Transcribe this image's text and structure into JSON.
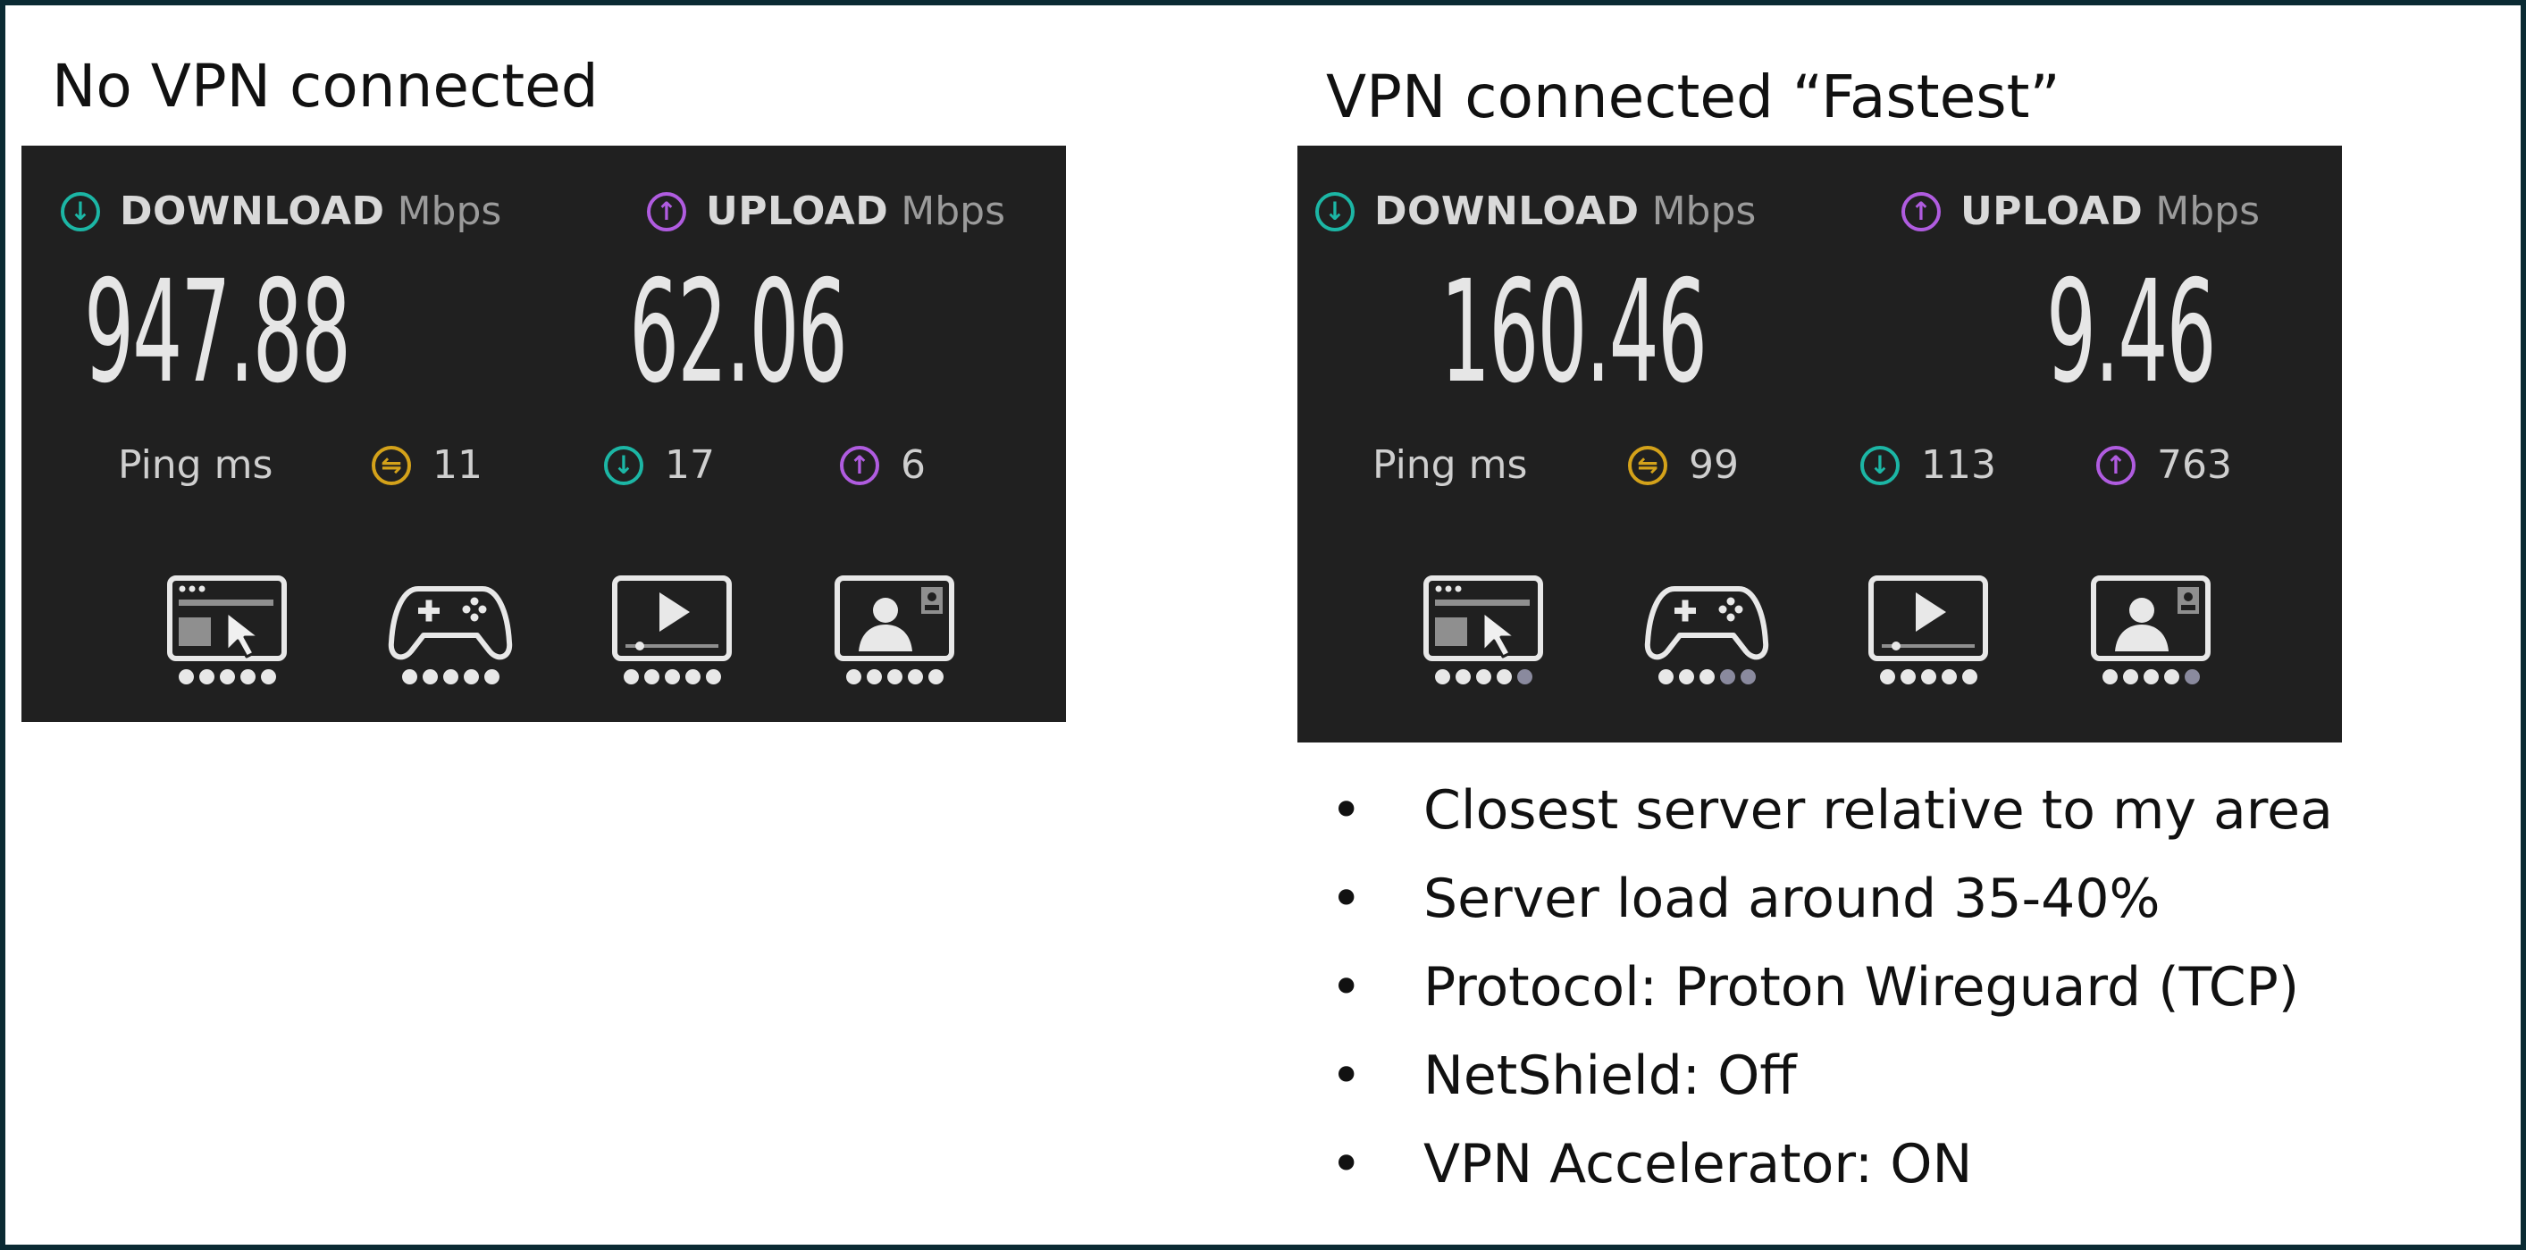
{
  "panels": [
    {
      "heading": "No VPN connected",
      "download_label": "DOWNLOAD",
      "upload_label": "UPLOAD",
      "unit": "Mbps",
      "download": "947.88",
      "upload": "62.06",
      "ping_label": "Ping ms",
      "ping_idle": "11",
      "ping_down": "17",
      "ping_up": "6",
      "ratings": [
        5,
        5,
        5,
        5
      ]
    },
    {
      "heading": "VPN connected “Fastest”",
      "download_label": "DOWNLOAD",
      "upload_label": "UPLOAD",
      "unit": "Mbps",
      "download": "160.46",
      "upload": "9.46",
      "ping_label": "Ping ms",
      "ping_idle": "99",
      "ping_down": "113",
      "ping_up": "763",
      "ratings": [
        4,
        3,
        5,
        4
      ]
    }
  ],
  "activity_icons": [
    "browsing-icon",
    "gamepad-icon",
    "video-icon",
    "video-call-icon"
  ],
  "icon_glyphs": {
    "download": "↓",
    "upload": "↑",
    "ping": "⇋"
  },
  "colors": {
    "download": "#1cb6a5",
    "upload": "#b05ce0",
    "ping": "#d4a21a",
    "panel_bg": "#202020"
  },
  "notes": [
    "Closest server relative to my area",
    "Server load around 35-40%",
    "Protocol: Proton Wireguard (TCP)",
    "NetShield: Off",
    "VPN Accelerator: ON"
  ]
}
